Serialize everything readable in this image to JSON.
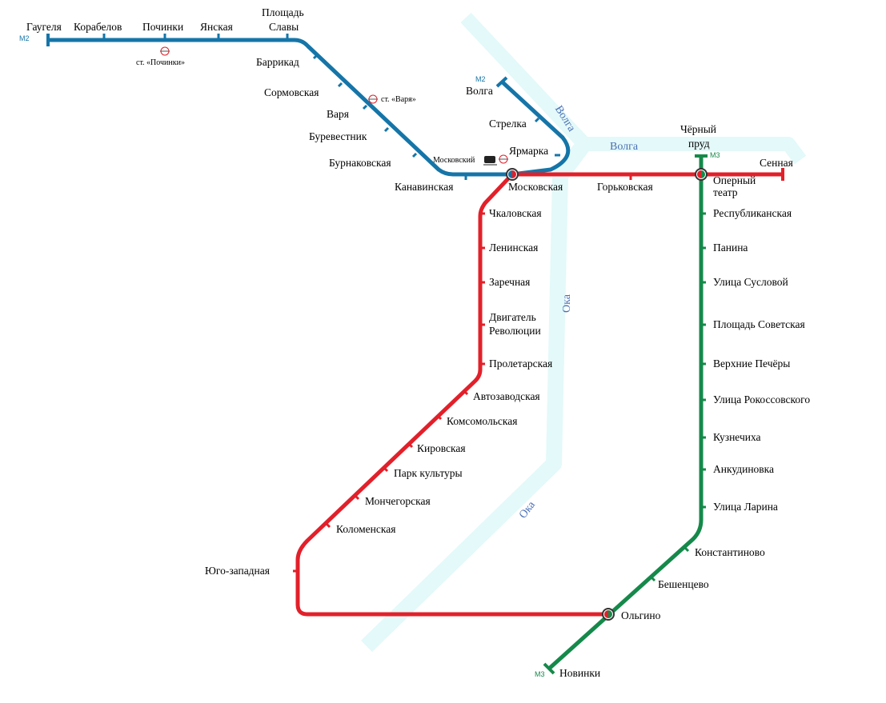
{
  "colors": {
    "river": "#e4f9f9",
    "line_blue": "#1575a8",
    "line_red": "#e2202a",
    "line_green": "#15894a",
    "river_label": "#4a6fb5"
  },
  "rivers": [
    {
      "id": "volga",
      "labels": [
        "Волга",
        "Волга"
      ]
    },
    {
      "id": "oka",
      "labels": [
        "Ока",
        "Ока"
      ]
    }
  ],
  "lines": [
    {
      "id": "M1",
      "color": "red"
    },
    {
      "id": "M2",
      "color": "blue",
      "terminal_tags": [
        "М2",
        "М2"
      ]
    },
    {
      "id": "M3",
      "color": "green",
      "terminal_tags": [
        "М3",
        "М3"
      ]
    }
  ],
  "stations": {
    "gaugelya": "Гаугеля",
    "korabelov": "Корабелов",
    "pochinki": "Починки",
    "yanskaya": "Янская",
    "ploshchad_slavy": [
      "Площадь",
      "Славы"
    ],
    "barrikad": "Баррикад",
    "sormovskaya": "Сормовская",
    "varya": "Варя",
    "burevestnik": "Буревестник",
    "burnakovskaya": "Бурнаковская",
    "kanavinskaya": "Канавинская",
    "volga": "Волга",
    "strelka": "Стрелка",
    "yarmarka": "Ярмарка",
    "moskovskaya": "Московская",
    "gorkovskaya": "Горьковская",
    "chyorny_prud": [
      "Чёрный",
      "пруд"
    ],
    "operny_teatr": [
      "Оперный",
      "театр"
    ],
    "sennaya": "Сенная",
    "chkalovskaya": "Чкаловская",
    "leninskaya": "Ленинская",
    "zarechnaya": "Заречная",
    "dvigatel_revolyutsii": [
      "Двигатель",
      "Революции"
    ],
    "proletarskaya": "Пролетарская",
    "avtozavodskaya": "Автозаводская",
    "komsomolskaya": "Комсомольская",
    "kirovskaya": "Кировская",
    "park_kultury": "Парк культуры",
    "monchegorskaya": "Мончегорская",
    "kolomenskaya": "Коломенская",
    "yugo_zapadnaya": "Юго-западная",
    "respublikanskaya": "Республиканская",
    "panina": "Панина",
    "ulitsa_suslovoy": "Улица Сусловой",
    "ploshchad_sovetskaya": "Площадь Советская",
    "verkhnie_pechery": "Верхние Печёры",
    "ulitsa_rokossovskogo": "Улица Рокоссовского",
    "kuznechikha": "Кузнечиха",
    "ankudinovka": "Анкудиновка",
    "ulitsa_larina": "Улица Ларина",
    "konstantinovo": "Константиново",
    "beshentsevo": "Бешенцево",
    "olgino": "Ольгино",
    "novinki": "Новинки"
  },
  "rail_stations": {
    "pochinki": "ст. «Починки»",
    "varya": "ст. «Варя»",
    "moskovsky": "Московский"
  },
  "icons": {
    "rail_transfer": "rail-transfer-icon",
    "train": "train-icon",
    "interchange": "interchange-icon"
  }
}
